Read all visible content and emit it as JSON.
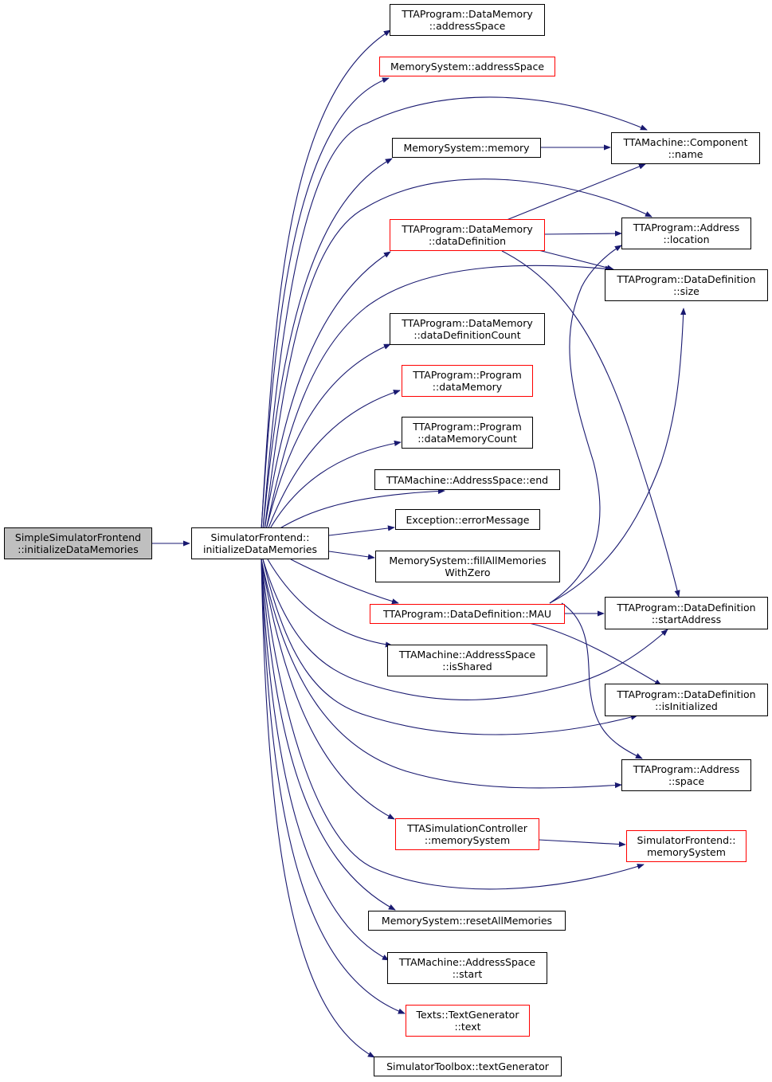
{
  "colors": {
    "edge": "#191970",
    "undocumented_border": "#ff0000",
    "normal_border": "#000000",
    "current_fill": "#bfbfbf"
  },
  "nodes": {
    "root": {
      "l1": "SimpleSimulatorFrontend",
      "l2": "::initializeDataMemories"
    },
    "sfInit": {
      "l1": "SimulatorFrontend::",
      "l2": "initializeDataMemories"
    },
    "dmAddrSpace": {
      "l1": "TTAProgram::DataMemory",
      "l2": "::addressSpace"
    },
    "msAddrSpace": {
      "l1": "MemorySystem::addressSpace",
      "l2": ""
    },
    "msMemory": {
      "l1": "MemorySystem::memory",
      "l2": ""
    },
    "dmDataDef": {
      "l1": "TTAProgram::DataMemory",
      "l2": "::dataDefinition"
    },
    "dmDataDefCount": {
      "l1": "TTAProgram::DataMemory",
      "l2": "::dataDefinitionCount"
    },
    "progDataMem": {
      "l1": "TTAProgram::Program",
      "l2": "::dataMemory"
    },
    "progDataMemCount": {
      "l1": "TTAProgram::Program",
      "l2": "::dataMemoryCount"
    },
    "asEnd": {
      "l1": "TTAMachine::AddressSpace::end",
      "l2": ""
    },
    "excErr": {
      "l1": "Exception::errorMessage",
      "l2": ""
    },
    "msFill": {
      "l1": "MemorySystem::fillAllMemories",
      "l2": "WithZero"
    },
    "ddMAU": {
      "l1": "TTAProgram::DataDefinition::MAU",
      "l2": ""
    },
    "asShared": {
      "l1": "TTAMachine::AddressSpace",
      "l2": "::isShared"
    },
    "tscMemSys": {
      "l1": "TTASimulationController",
      "l2": "::memorySystem"
    },
    "msReset": {
      "l1": "MemorySystem::resetAllMemories",
      "l2": ""
    },
    "asStart": {
      "l1": "TTAMachine::AddressSpace",
      "l2": "::start"
    },
    "txtText": {
      "l1": "Texts::TextGenerator",
      "l2": "::text"
    },
    "stbTextGen": {
      "l1": "SimulatorToolbox::textGenerator",
      "l2": ""
    },
    "compName": {
      "l1": "TTAMachine::Component",
      "l2": "::name"
    },
    "addrLocation": {
      "l1": "TTAProgram::Address",
      "l2": "::location"
    },
    "ddSize": {
      "l1": "TTAProgram::DataDefinition",
      "l2": "::size"
    },
    "ddStartAddr": {
      "l1": "TTAProgram::DataDefinition",
      "l2": "::startAddress"
    },
    "ddIsInit": {
      "l1": "TTAProgram::DataDefinition",
      "l2": "::isInitialized"
    },
    "addrSpace": {
      "l1": "TTAProgram::Address",
      "l2": "::space"
    },
    "sfMemSys": {
      "l1": "SimulatorFrontend::",
      "l2": "memorySystem"
    }
  }
}
